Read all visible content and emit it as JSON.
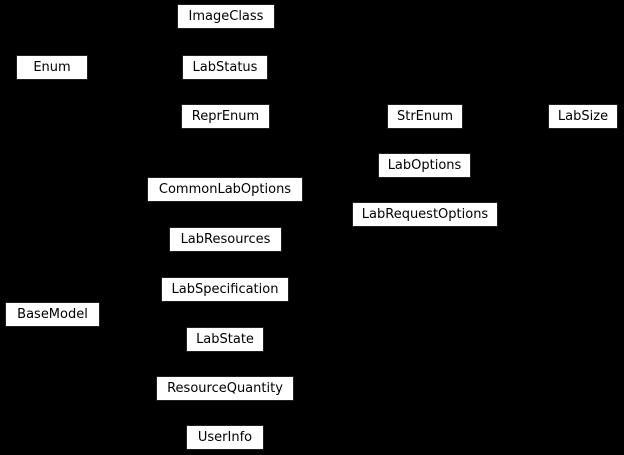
{
  "diagram": {
    "type": "inheritance-diagram",
    "colors": {
      "background": "#000000",
      "node_fill": "#ffffff",
      "node_border": "#1f1f1f",
      "node_text": "#000000"
    },
    "nodes": [
      {
        "id": "imageclass",
        "label": "ImageClass"
      },
      {
        "id": "enum",
        "label": "Enum"
      },
      {
        "id": "labstatus",
        "label": "LabStatus"
      },
      {
        "id": "reprenum",
        "label": "ReprEnum"
      },
      {
        "id": "strenum",
        "label": "StrEnum"
      },
      {
        "id": "labsize",
        "label": "LabSize"
      },
      {
        "id": "laboptions",
        "label": "LabOptions"
      },
      {
        "id": "commonlaboptions",
        "label": "CommonLabOptions"
      },
      {
        "id": "labrequestoptions",
        "label": "LabRequestOptions"
      },
      {
        "id": "labresources",
        "label": "LabResources"
      },
      {
        "id": "labspecification",
        "label": "LabSpecification"
      },
      {
        "id": "basemodel",
        "label": "BaseModel"
      },
      {
        "id": "labstate",
        "label": "LabState"
      },
      {
        "id": "resourcequantity",
        "label": "ResourceQuantity"
      },
      {
        "id": "userinfo",
        "label": "UserInfo"
      }
    ]
  }
}
